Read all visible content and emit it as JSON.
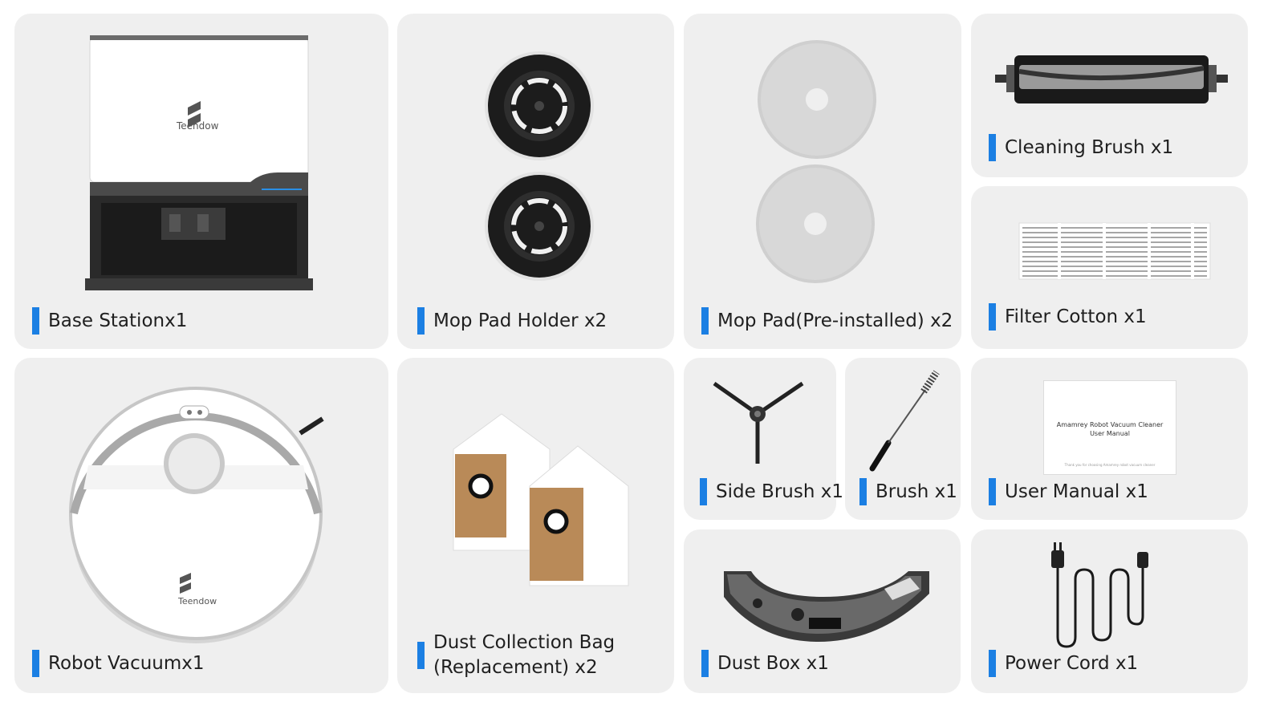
{
  "items": [
    {
      "label": "Base Stationx1",
      "icon": "base-station-icon"
    },
    {
      "label": "Mop Pad Holder x2",
      "icon": "mop-pad-holder-icon"
    },
    {
      "label": "Mop Pad(Pre-installed) x2",
      "icon": "mop-pad-icon"
    },
    {
      "label": "Cleaning Brush x1",
      "icon": "cleaning-brush-icon"
    },
    {
      "label": "Filter Cotton x1",
      "icon": "filter-cotton-icon"
    },
    {
      "label": "Robot Vacuumx1",
      "icon": "robot-vacuum-icon"
    },
    {
      "label_line1": "Dust Collection Bag",
      "label_line2": "(Replacement) x2",
      "icon": "dust-bag-icon"
    },
    {
      "label": "Side Brush x1",
      "icon": "side-brush-icon"
    },
    {
      "label": "Brush x1",
      "icon": "brush-icon"
    },
    {
      "label": "User Manual x1",
      "icon": "user-manual-icon"
    },
    {
      "label": "Dust Box x1",
      "icon": "dust-box-icon"
    },
    {
      "label": "Power Cord x1",
      "icon": "power-cord-icon"
    }
  ],
  "brand": {
    "name": "Teendow"
  },
  "manual": {
    "title_line1": "Amamrey Robot Vacuum Cleaner",
    "title_line2": "User Manual",
    "footer": "Thank you for choosing Amamrey robot vacuum cleaner"
  },
  "colors": {
    "card_bg": "#efefef",
    "accent_bar": "#1b7fe3",
    "text": "#1f1f1f"
  }
}
